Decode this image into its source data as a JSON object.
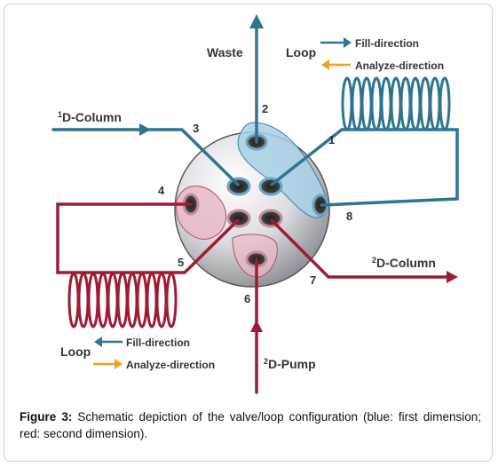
{
  "colors": {
    "blue": "#2f7491",
    "red": "#9d1c33",
    "orange": "#eea21f",
    "text": "#333333",
    "valve_fill": "#e6e6ea",
    "blue_groove": "#a7d0e5",
    "red_groove": "#e9bac5"
  },
  "labels": {
    "waste": "Waste",
    "loop_top": "Loop",
    "fill_top": "Fill-direction",
    "analyze_top": "Analyze-direction",
    "col1_sup": "1",
    "col1_text": "D-Column",
    "col2_sup": "2",
    "col2_text": "D-Column",
    "pump_sup": "2",
    "pump_text": "D-Pump",
    "loop_bottom": "Loop",
    "fill_bottom": "Fill-direction",
    "analyze_bottom": "Analyze-direction"
  },
  "ports": [
    "1",
    "2",
    "3",
    "4",
    "5",
    "6",
    "7",
    "8"
  ],
  "caption": {
    "label": "Figure 3:",
    "text": " Schematic depiction of the valve/loop configuration (blue: first dimension; red: second dimension)."
  }
}
